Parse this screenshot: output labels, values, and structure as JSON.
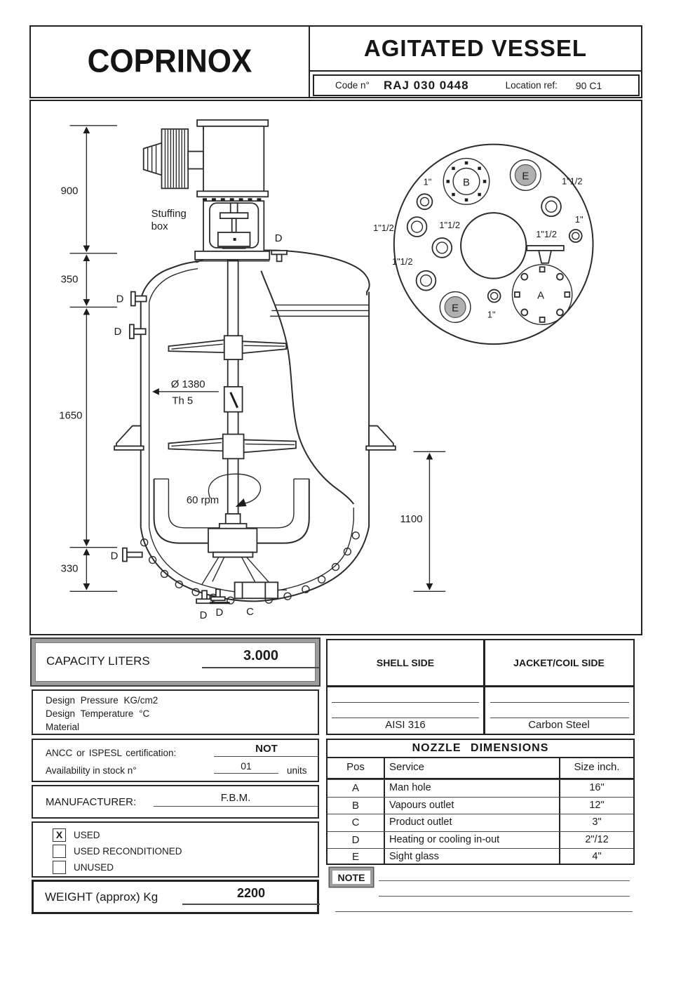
{
  "header": {
    "logo": "COPRINOX",
    "title": "AGITATED VESSEL",
    "code_label": "Code n°",
    "code_value": "RAJ 030 0448",
    "location_label": "Location ref:",
    "location_value": "90 C1"
  },
  "drawing": {
    "dims": {
      "h900": "900",
      "h350": "350",
      "h1650": "1650",
      "h330": "330",
      "h1100": "1100",
      "dia": "Ø 1380",
      "th": "Th 5",
      "rpm": "60 rpm"
    },
    "stuffing": {
      "l1": "Stuffing",
      "l2": "box"
    },
    "noz": {
      "d_top": "D",
      "d_left1": "D",
      "d_left2": "D",
      "d_left3": "D",
      "d_bot1": "D",
      "d_bot2": "D",
      "c_bot": "C"
    },
    "tv": {
      "b": "B",
      "e_top": "E",
      "e_bot": "E",
      "a": "A",
      "sizes": [
        "1\"",
        "1\"1/2",
        "1\"",
        "1\"1/2",
        "1\"1/2",
        "1\"1/2",
        "1\"1/2",
        "1\""
      ]
    }
  },
  "capacity": {
    "label": "CAPACITY LITERS",
    "value": "3.000"
  },
  "design": {
    "r1": "Design Pressure KG/cm2",
    "r2": "Design Temperature °C",
    "r3": "Material",
    "shell": "SHELL SIDE",
    "jacket": "JACKET/COIL SIDE",
    "mat_shell": "AISI 316",
    "mat_jacket": "Carbon Steel"
  },
  "cert": {
    "label": "ANCC or ISPESL certification:",
    "value": "NOT",
    "stock_label": "Availability in stock n°",
    "stock_value": "01",
    "units": "units"
  },
  "manufacturer": {
    "label": "MANUFACTURER:",
    "value": "F.B.M."
  },
  "condition": {
    "options": [
      {
        "mark": "X",
        "label": "USED"
      },
      {
        "mark": "",
        "label": "USED RECONDITIONED"
      },
      {
        "mark": "",
        "label": "UNUSED"
      }
    ]
  },
  "weight": {
    "label": "WEIGHT (approx) Kg",
    "value": "2200"
  },
  "nozzle_table": {
    "title": "NOZZLE DIMENSIONS",
    "headers": [
      "Pos",
      "Service",
      "Size inch."
    ],
    "rows": [
      [
        "A",
        "Man hole",
        "16\""
      ],
      [
        "B",
        "Vapours outlet",
        "12\""
      ],
      [
        "C",
        "Product outlet",
        "3\""
      ],
      [
        "D",
        "Heating or cooling in-out",
        "2\"/12"
      ],
      [
        "E",
        "Sight glass",
        "4\""
      ]
    ]
  },
  "note": {
    "label": "NOTE"
  }
}
